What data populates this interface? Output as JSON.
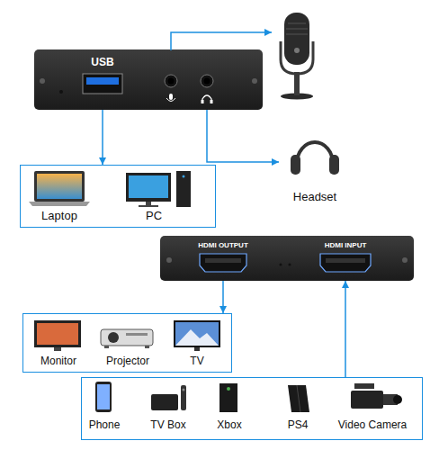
{
  "diagram": {
    "nodes": [
      {
        "text": [
          "USB"
        ]
      },
      {
        "text": [
          "Laptop",
          "PC"
        ]
      },
      {
        "text": [
          "Headset"
        ]
      },
      {
        "text": [
          "HDMI OUTPUT",
          "HDMI INPUT"
        ]
      },
      {
        "text": [
          "Monitor",
          "Projector",
          "TV"
        ]
      },
      {
        "text": [
          "Phone",
          "TV Box",
          "Xbox",
          "PS4",
          "Video Camera"
        ]
      }
    ],
    "edges": [
      {
        "from": 0,
        "to": 1,
        "arrow": "to"
      },
      {
        "from": 0,
        "to": 2,
        "arrow": "to"
      },
      {
        "from": 3,
        "to": 4,
        "arrow": "to"
      },
      {
        "from": 5,
        "to": 3,
        "arrow": "to"
      }
    ]
  }
}
